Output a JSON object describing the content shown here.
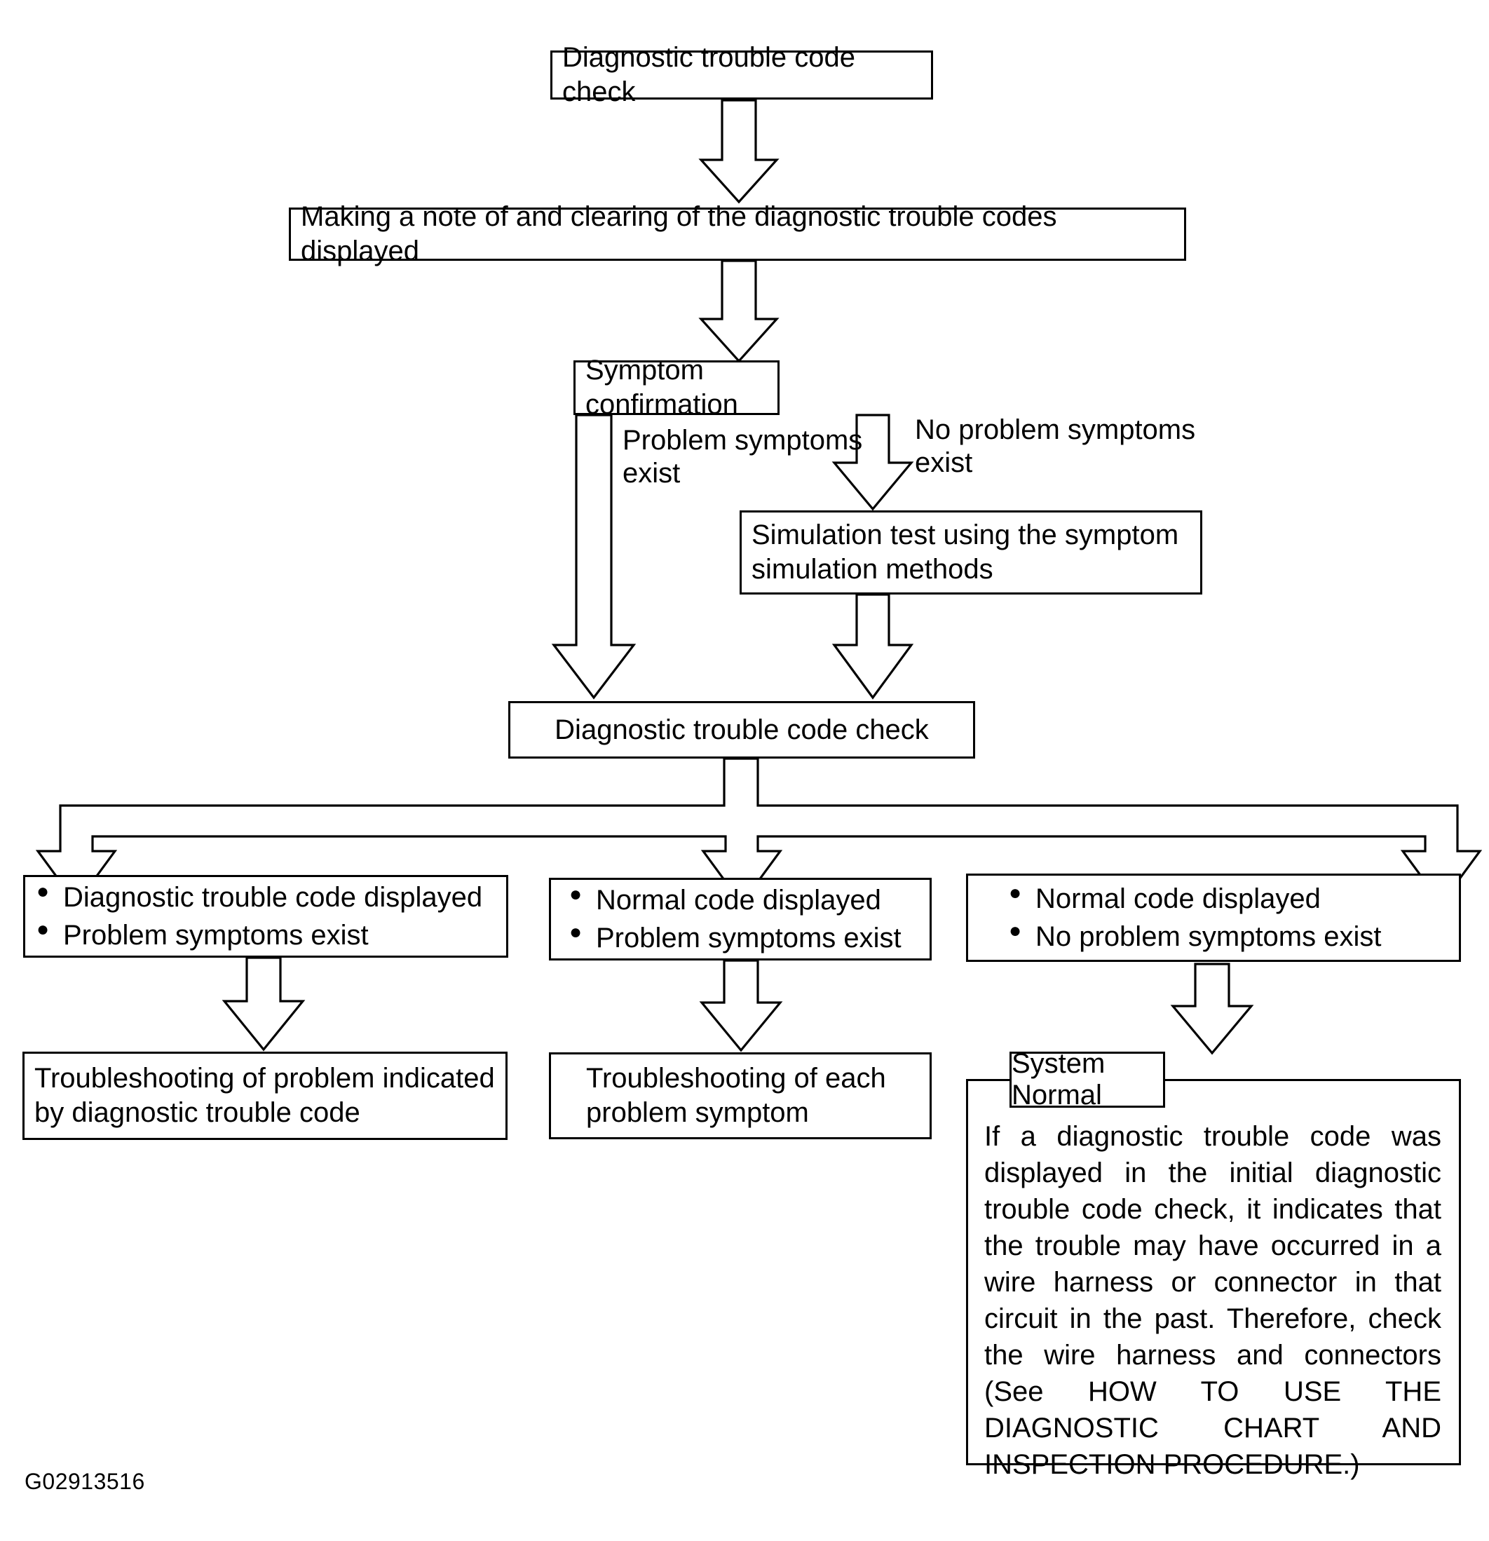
{
  "figure": {
    "code": "G02913516",
    "type": "flowchart",
    "title": "Diagnostic trouble code troubleshooting flow"
  },
  "nodes": {
    "dtc_check_top": {
      "label": "Diagnostic trouble code check"
    },
    "make_note": {
      "label": "Making a note of and clearing of the diagnostic trouble codes displayed"
    },
    "symptom_confirmation": {
      "label": "Symptom confirmation"
    },
    "simulation_test": {
      "label": "Simulation test using the symptom\nsimulation methods"
    },
    "dtc_check_second": {
      "label": "Diagnostic trouble code check"
    },
    "branch_left": {
      "bullets": [
        "Diagnostic trouble code displayed",
        "Problem symptoms exist"
      ]
    },
    "branch_middle": {
      "bullets": [
        "Normal code displayed",
        "Problem symptoms exist"
      ]
    },
    "branch_right": {
      "bullets": [
        "Normal code displayed",
        "No problem symptoms exist"
      ]
    },
    "result_left": {
      "label": "Troubleshooting of problem indicated\nby diagnostic trouble code"
    },
    "result_middle": {
      "label": "Troubleshooting of each\nproblem symptom"
    },
    "result_right": {
      "title": "System Normal",
      "body": "If a diagnostic trouble code was displayed in the initial diagnostic trouble code check, it indicates that the trouble may have occurred in a wire harness or connector in that circuit in the past. Therefore, check the wire harness and connectors (See HOW TO USE THE DIAGNOSTIC CHART AND INSPECTION PROCEDURE.)"
    }
  },
  "edge_labels": {
    "problem_exist": "Problem symptoms\nexist",
    "no_problem_exist": "No problem symptoms\nexist"
  },
  "colors": {
    "stroke": "#000000",
    "fill": "#ffffff",
    "text": "#000000"
  }
}
